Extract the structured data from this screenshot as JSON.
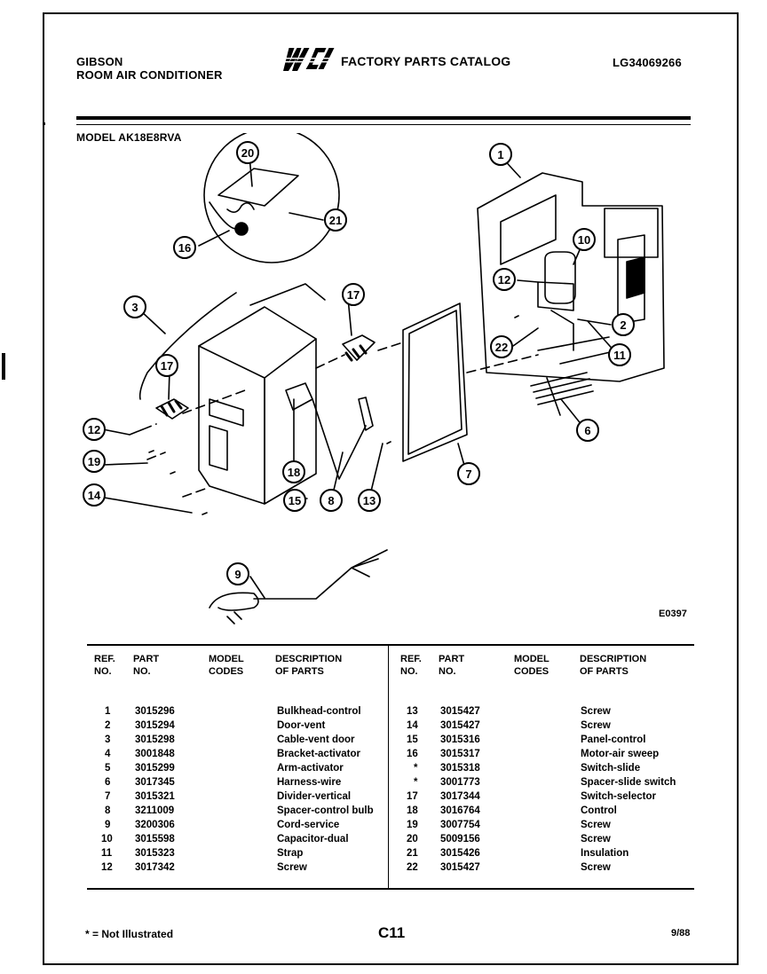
{
  "header": {
    "brand": "GIBSON",
    "product": "ROOM AIR CONDITIONER",
    "logo_text": "WCI",
    "catalog_title": "FACTORY PARTS CATALOG",
    "document_number": "LG34069266"
  },
  "model_label": "MODEL AK18E8RVA",
  "diagram": {
    "code": "E0397",
    "callouts": [
      "20",
      "21",
      "16",
      "1",
      "10",
      "12",
      "2",
      "22",
      "11",
      "3",
      "17",
      "17",
      "12",
      "19",
      "14",
      "18",
      "15",
      "8",
      "13",
      "7",
      "6",
      "9"
    ]
  },
  "table": {
    "headers": {
      "ref_no": "REF.\nNO.",
      "part_no": "PART\nNO.",
      "model_codes": "MODEL\nCODES",
      "description": "DESCRIPTION\nOF PARTS"
    },
    "left_rows": [
      {
        "ref": "1",
        "part": "3015296",
        "desc": "Bulkhead-control"
      },
      {
        "ref": "2",
        "part": "3015294",
        "desc": "Door-vent"
      },
      {
        "ref": "3",
        "part": "3015298",
        "desc": "Cable-vent door"
      },
      {
        "ref": "4",
        "part": "3001848",
        "desc": "Bracket-activator"
      },
      {
        "ref": "5",
        "part": "3015299",
        "desc": "Arm-activator"
      },
      {
        "ref": "6",
        "part": "3017345",
        "desc": "Harness-wire"
      },
      {
        "ref": "7",
        "part": "3015321",
        "desc": "Divider-vertical"
      },
      {
        "ref": "8",
        "part": "3211009",
        "desc": "Spacer-control bulb"
      },
      {
        "ref": "9",
        "part": "3200306",
        "desc": "Cord-service"
      },
      {
        "ref": "10",
        "part": "3015598",
        "desc": "Capacitor-dual"
      },
      {
        "ref": "11",
        "part": "3015323",
        "desc": "Strap"
      },
      {
        "ref": "12",
        "part": "3017342",
        "desc": "Screw"
      }
    ],
    "right_rows": [
      {
        "ref": "13",
        "part": "3015427",
        "desc": "Screw"
      },
      {
        "ref": "14",
        "part": "3015427",
        "desc": "Screw"
      },
      {
        "ref": "15",
        "part": "3015316",
        "desc": "Panel-control"
      },
      {
        "ref": "16",
        "part": "3015317",
        "desc": "Motor-air sweep"
      },
      {
        "ref": "*",
        "part": "3015318",
        "desc": "Switch-slide"
      },
      {
        "ref": "*",
        "part": "3001773",
        "desc": "Spacer-slide switch"
      },
      {
        "ref": "17",
        "part": "3017344",
        "desc": "Switch-selector"
      },
      {
        "ref": "18",
        "part": "3016764",
        "desc": "Control"
      },
      {
        "ref": "19",
        "part": "3007754",
        "desc": "Screw"
      },
      {
        "ref": "20",
        "part": "5009156",
        "desc": "Screw"
      },
      {
        "ref": "21",
        "part": "3015426",
        "desc": "Insulation"
      },
      {
        "ref": "22",
        "part": "3015427",
        "desc": "Screw"
      }
    ]
  },
  "footer": {
    "note": "* = Not Illustrated",
    "page": "C11",
    "date": "9/88"
  }
}
